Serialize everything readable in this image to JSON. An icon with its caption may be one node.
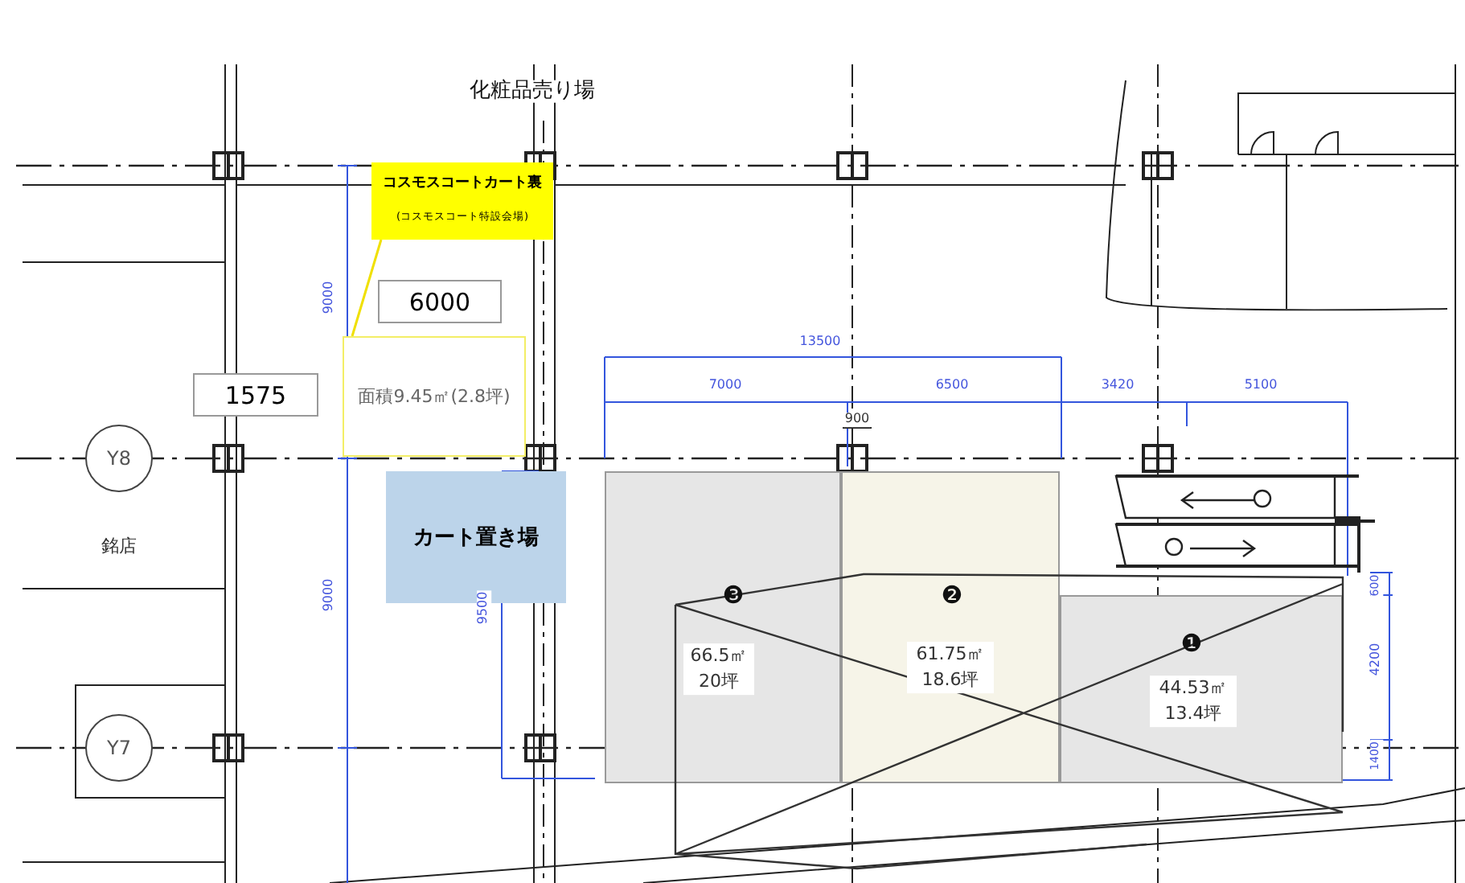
{
  "diagram": {
    "nodes": [
      {
        "text": [
          "コスモスコートカート裏",
          "(コスモスコート特設会場)"
        ]
      },
      {
        "text": [
          "面積9.45㎡(2.8坪)"
        ]
      },
      {
        "text": [
          "6000"
        ]
      },
      {
        "text": [
          "1575"
        ]
      },
      {
        "text": [
          "カート置き場"
        ]
      },
      {
        "text": [
          "Y8"
        ]
      },
      {
        "text": [
          "Y7"
        ]
      },
      {
        "text": [
          "❸",
          "66.5㎡ 20坪"
        ]
      },
      {
        "text": [
          "❷",
          "61.75㎡ 18.6坪"
        ]
      },
      {
        "text": [
          "❶",
          "44.53㎡ 13.4坪"
        ]
      }
    ],
    "edges": [
      {
        "from": 0,
        "to": 1,
        "arrow": "none",
        "color": "#f0e000"
      }
    ],
    "labels": [
      "化粧品売り場",
      "9000",
      "13500",
      "7000",
      "6500",
      "3420",
      "5100",
      "900",
      "銘店",
      "9000",
      "9500",
      "600",
      "4200",
      "1400"
    ]
  }
}
